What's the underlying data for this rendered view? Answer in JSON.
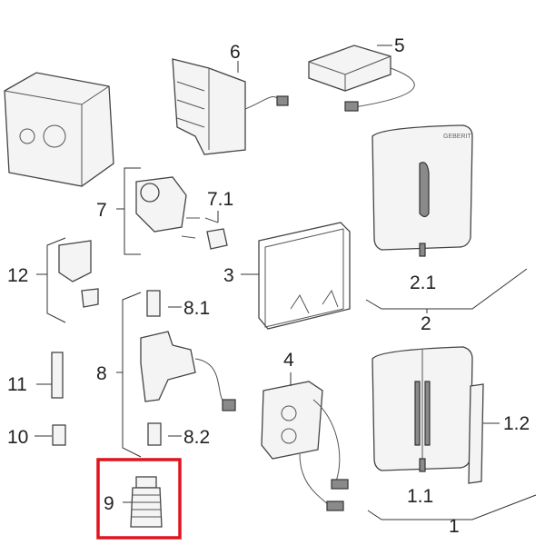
{
  "labels": {
    "p6": "6",
    "p5": "5",
    "p7": "7",
    "p7_1": "7.1",
    "p12": "12",
    "p3": "3",
    "p2_1": "2.1",
    "p2": "2",
    "p8_1": "8.1",
    "p11": "11",
    "p8": "8",
    "p4": "4",
    "p10": "10",
    "p8_2": "8.2",
    "p1_2": "1.2",
    "p9": "9",
    "p1_1": "1.1",
    "p1": "1"
  },
  "highlight": {
    "part": "9",
    "color": "#e0141e"
  },
  "brand_logo": "GEBERIT"
}
